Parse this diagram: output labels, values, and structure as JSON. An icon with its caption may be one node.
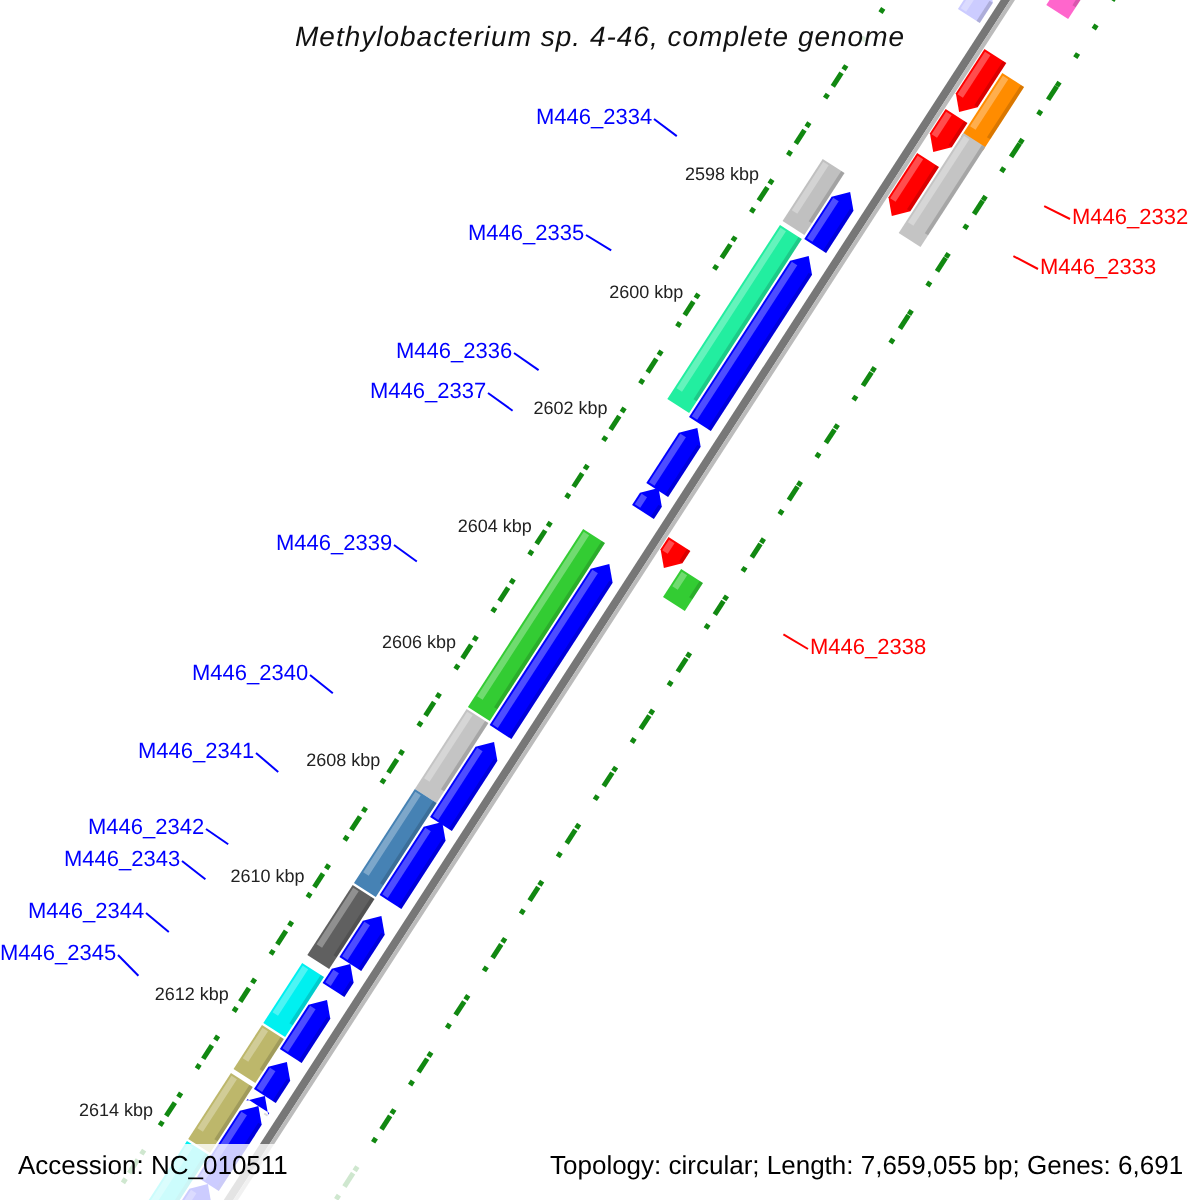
{
  "diagram": {
    "title": "Methylobacterium sp. 4-46, complete genome",
    "nodes": [
      {
        "text": [
          "M446_2334"
        ]
      },
      {
        "text": [
          "M446_2332"
        ]
      },
      {
        "text": [
          "M446_2335"
        ]
      },
      {
        "text": [
          "M446_2333"
        ]
      },
      {
        "text": [
          "M446_2336"
        ]
      },
      {
        "text": [
          "M446_2337"
        ]
      },
      {
        "text": [
          "M446_2339"
        ]
      },
      {
        "text": [
          "M446_2338"
        ]
      },
      {
        "text": [
          "M446_2340"
        ]
      },
      {
        "text": [
          "M446_2341"
        ]
      },
      {
        "text": [
          "M446_2342"
        ]
      },
      {
        "text": [
          "M446_2343"
        ]
      },
      {
        "text": [
          "M446_2344"
        ]
      },
      {
        "text": [
          "M446_2345"
        ]
      }
    ],
    "edges": [
      {
        "from": 0,
        "to": null,
        "arrow": "none"
      },
      {
        "from": 1,
        "to": null,
        "arrow": "none",
        "color": "#ff0000"
      },
      {
        "from": 2,
        "to": null,
        "arrow": "none"
      },
      {
        "from": 3,
        "to": null,
        "arrow": "none",
        "color": "#ff0000"
      },
      {
        "from": 4,
        "to": null,
        "arrow": "none"
      },
      {
        "from": 5,
        "to": null,
        "arrow": "none"
      },
      {
        "from": 6,
        "to": null,
        "arrow": "none"
      },
      {
        "from": 7,
        "to": null,
        "arrow": "none",
        "color": "#ff0000"
      },
      {
        "from": 8,
        "to": null,
        "arrow": "none"
      },
      {
        "from": 9,
        "to": null,
        "arrow": "none"
      },
      {
        "from": 10,
        "to": null,
        "arrow": "none"
      },
      {
        "from": 11,
        "to": null,
        "arrow": "none"
      },
      {
        "from": 12,
        "to": null,
        "arrow": "none"
      },
      {
        "from": 13,
        "to": null,
        "arrow": "none"
      }
    ],
    "labels": [
      "2598 kbp",
      "2600 kbp",
      "2602 kbp",
      "2604 kbp",
      "2606 kbp",
      "2608 kbp",
      "2610 kbp",
      "2612 kbp",
      "2614 kbp",
      "Accession: NC_010511",
      "Topology: circular; Length: 7,659,055 bp; Genes: 6,691"
    ]
  }
}
